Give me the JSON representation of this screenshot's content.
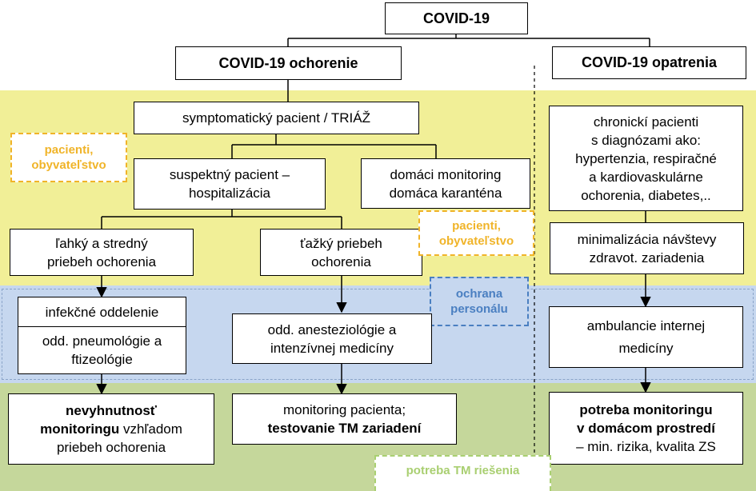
{
  "colors": {
    "yellow_band": "#f1ef97",
    "blue_band": "#c6d7ef",
    "green_band": "#c5d79b",
    "yellow_label": "#f0b429",
    "blue_label": "#4a7fc1",
    "green_label": "#a9cf71"
  },
  "root": "COVID-19",
  "branches": {
    "disease": "COVID-19 ochorenie",
    "measures": "COVID-19 opatrenia"
  },
  "labels": {
    "patients_left": [
      "pacienti,",
      "obyvateľstvo"
    ],
    "patients_right": [
      "pacienti,",
      "obyvateľstvo"
    ],
    "staff": [
      "ochrana",
      "personálu"
    ],
    "tm_need": "potreba TM riešenia"
  },
  "nodes": {
    "triage": "symptomatický pacient / TRIÁŽ",
    "suspect": [
      "suspektný pacient –",
      "hospitalizácia"
    ],
    "home": [
      "domáci monitoring",
      "domáca karanténa"
    ],
    "mild": [
      "ľahký a stredný",
      "priebeh ochorenia"
    ],
    "severe": [
      "ťažký priebeh",
      "ochorenia"
    ],
    "infect": "infekčné oddelenie",
    "pneumo": [
      "odd. pneumológie a",
      "ftizeológie"
    ],
    "anest": [
      "odd. anesteziológie a",
      "intenzívnej medicíny"
    ],
    "need_left": {
      "bold1": "nevyhnutnosť",
      "bold2": "monitoringu",
      "rest2": " vzhľadom",
      "line3": "priebeh ochorenia"
    },
    "monitor_mid": {
      "line1": "monitoring pacienta;",
      "bold2": "testovanie TM zariadení"
    },
    "chronic": [
      "chronickí pacienti",
      "s diagnózami ako:",
      "hypertenzia, respiračné",
      "a kardiovaskulárne",
      "ochorenia, diabetes,.."
    ],
    "minimize": [
      "minimalizácia návštevy",
      "zdravot. zariadenia"
    ],
    "ambulance": [
      "ambulancie internej",
      "medicíny"
    ],
    "need_right": {
      "bold1": "potreba monitoringu",
      "bold2": "v domácom prostredí",
      "line3": "– min. rizika, kvalita ZS"
    }
  }
}
